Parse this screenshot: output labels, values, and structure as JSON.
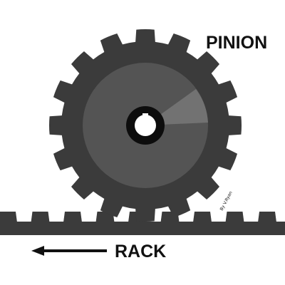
{
  "labels": {
    "pinion": "PINION",
    "rack": "RACK",
    "credit": "By V.Ryan"
  },
  "colors": {
    "gear_body": "#3b3b3b",
    "gear_face": "#545454",
    "gear_highlight": "#8a8a8a",
    "rack_body": "#3b3b3b",
    "hub_ring": "#0d0d0d",
    "bore": "#ffffff",
    "text": "#111111",
    "arrow": "#111111"
  },
  "gear": {
    "tooth_count": 16
  },
  "rack": {
    "tooth_count": 9,
    "direction": "left"
  }
}
